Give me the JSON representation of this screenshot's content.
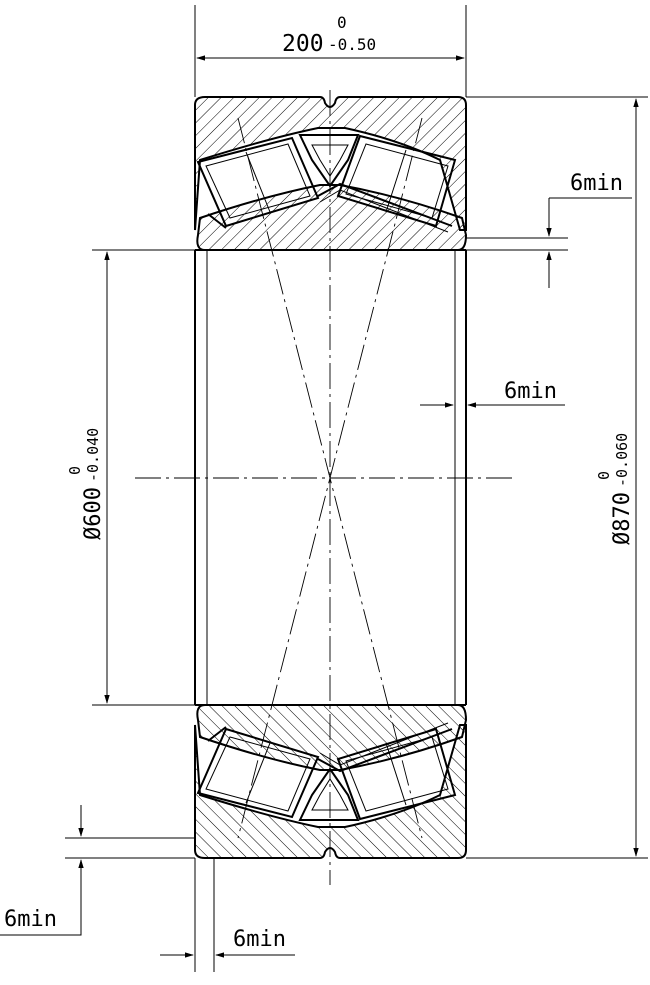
{
  "dimensions": {
    "width": {
      "value": "200",
      "upper": "0",
      "lower": "-0.50"
    },
    "bore": {
      "value": "Ø600",
      "upper": "0",
      "lower": "-0.040"
    },
    "outer": {
      "value": "Ø870",
      "upper": "0",
      "lower": "-0.060"
    }
  },
  "chamfer_labels": {
    "outer_ring_top": "6min",
    "inner_ring_right": "6min",
    "bottom_left": "6min",
    "bottom_face": "6min"
  }
}
